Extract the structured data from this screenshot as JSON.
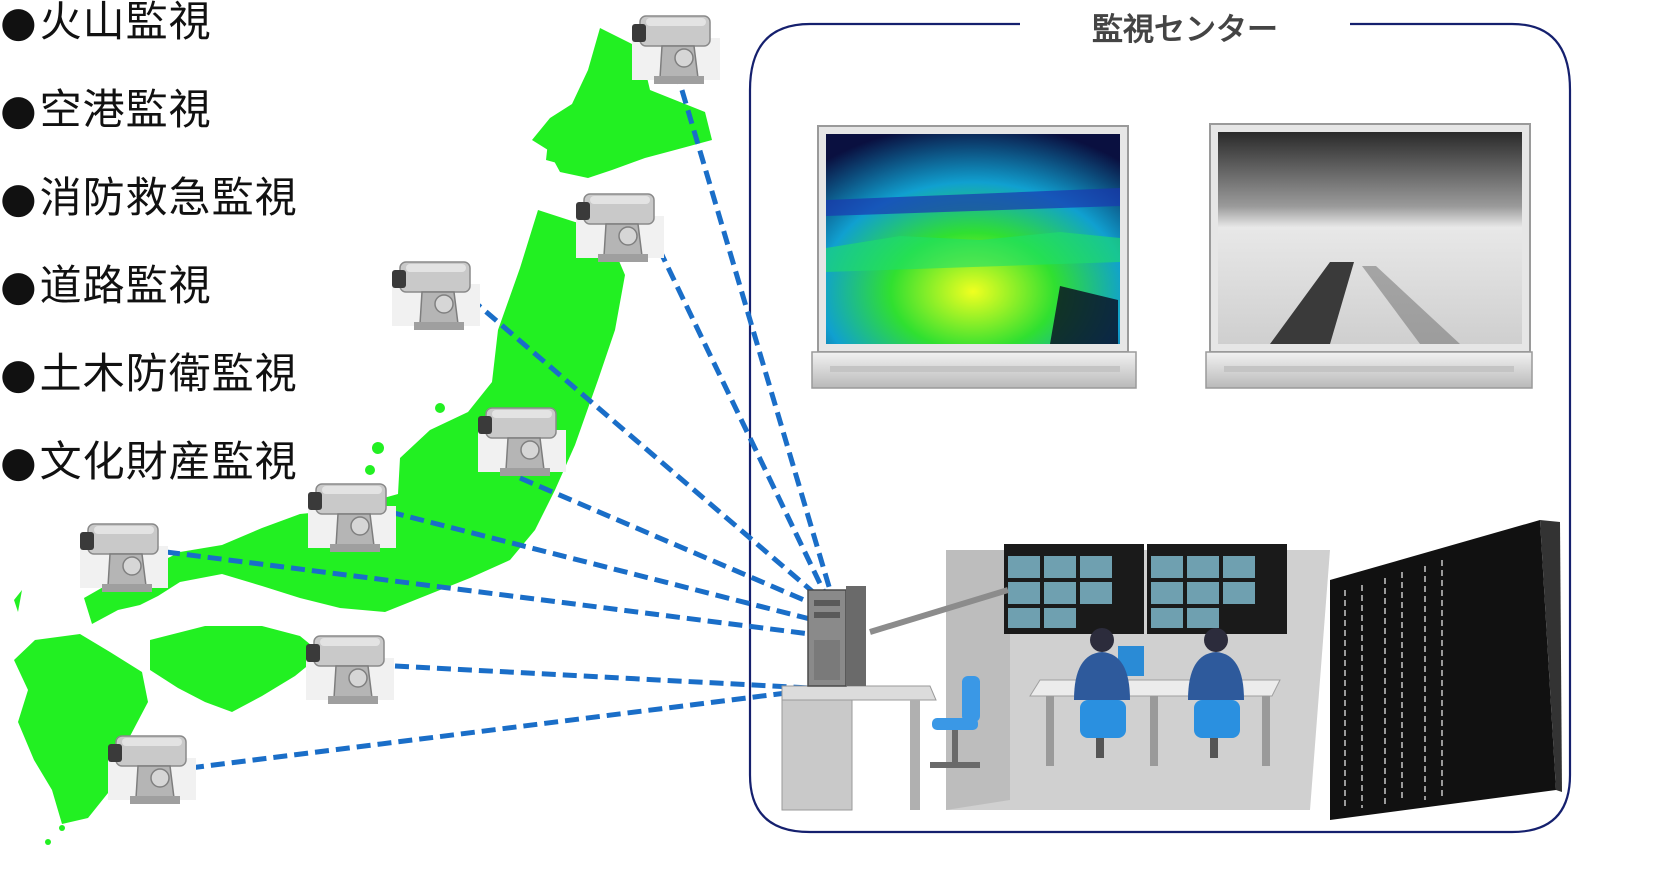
{
  "uses": {
    "items": [
      "火山監視",
      "空港監視",
      "消防救急監視",
      "道路監視",
      "土木防衛監視",
      "文化財産監視"
    ],
    "bullet": "●"
  },
  "center": {
    "title": "監視センター"
  },
  "colors": {
    "map_green": "#22f022",
    "link_blue": "#1a6ec8",
    "frame_navy": "#15206e",
    "text": "#111111"
  },
  "icons": [
    "ptz-camera-icon",
    "server-tower-icon",
    "operator-icon",
    "office-chair-icon",
    "server-rack-icon"
  ]
}
